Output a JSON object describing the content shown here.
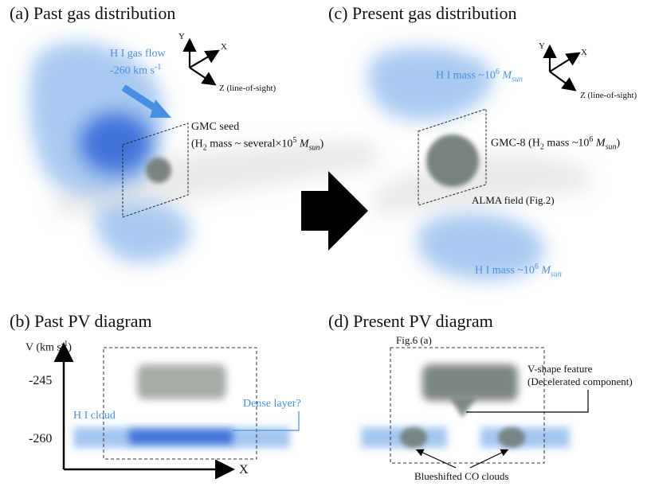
{
  "panels": {
    "a": {
      "title": "(a) Past gas distribution"
    },
    "b": {
      "title": "(b) Past PV diagram"
    },
    "c": {
      "title": "(c) Present gas distribution"
    },
    "d": {
      "title": "(d) Present PV diagram"
    }
  },
  "axes_3d": {
    "y": "Y",
    "x": "X",
    "z": "Z (line-of-sight)"
  },
  "panel_a": {
    "flow_label_1": "H I gas flow",
    "flow_label_2_val": "-260 km s",
    "flow_label_2_exp": "-1",
    "gmc_seed": "GMC seed",
    "seed_mass_prefix": "(H",
    "seed_mass_sub": "2",
    "seed_mass_mid": " mass ~ several×10",
    "seed_mass_exp": "5",
    "seed_mass_M": " M",
    "seed_mass_unit": "sun",
    "seed_mass_close": ")"
  },
  "panel_c": {
    "hi_mass_top_prefix": "H I mass ~10",
    "hi_mass_top_exp": "6",
    "hi_mass_top_M": " M",
    "hi_mass_top_unit": "sun",
    "gmc8_prefix": "GMC-8 (H",
    "gmc8_sub": "2",
    "gmc8_mid": " mass ~10",
    "gmc8_exp": "6",
    "gmc8_M": " M",
    "gmc8_unit": "sun",
    "gmc8_close": ")",
    "alma_field": "ALMA field (Fig.2)",
    "hi_mass_bot_prefix": "H I mass ~10",
    "hi_mass_bot_exp": "6",
    "hi_mass_bot_M": " M",
    "hi_mass_bot_unit": "sun"
  },
  "panel_b": {
    "v_axis_prefix": "V (km s",
    "v_axis_exp": "-1",
    "v_axis_close": ")",
    "tick_245": "-245",
    "tick_260": "-260",
    "x_axis": "X",
    "hi_cloud": "H I cloud",
    "dense_layer": "Dense layer?"
  },
  "panel_d": {
    "fig_ref": "Fig.6 (a)",
    "vshape_1": "V-shape feature",
    "vshape_2": "(Decelerated component)",
    "blueshifted": "Blueshifted CO clouds"
  },
  "colors": {
    "hi_blue": "#4a90e2",
    "dense_blue": "#2f64d6",
    "co_gray": "#707a74"
  }
}
